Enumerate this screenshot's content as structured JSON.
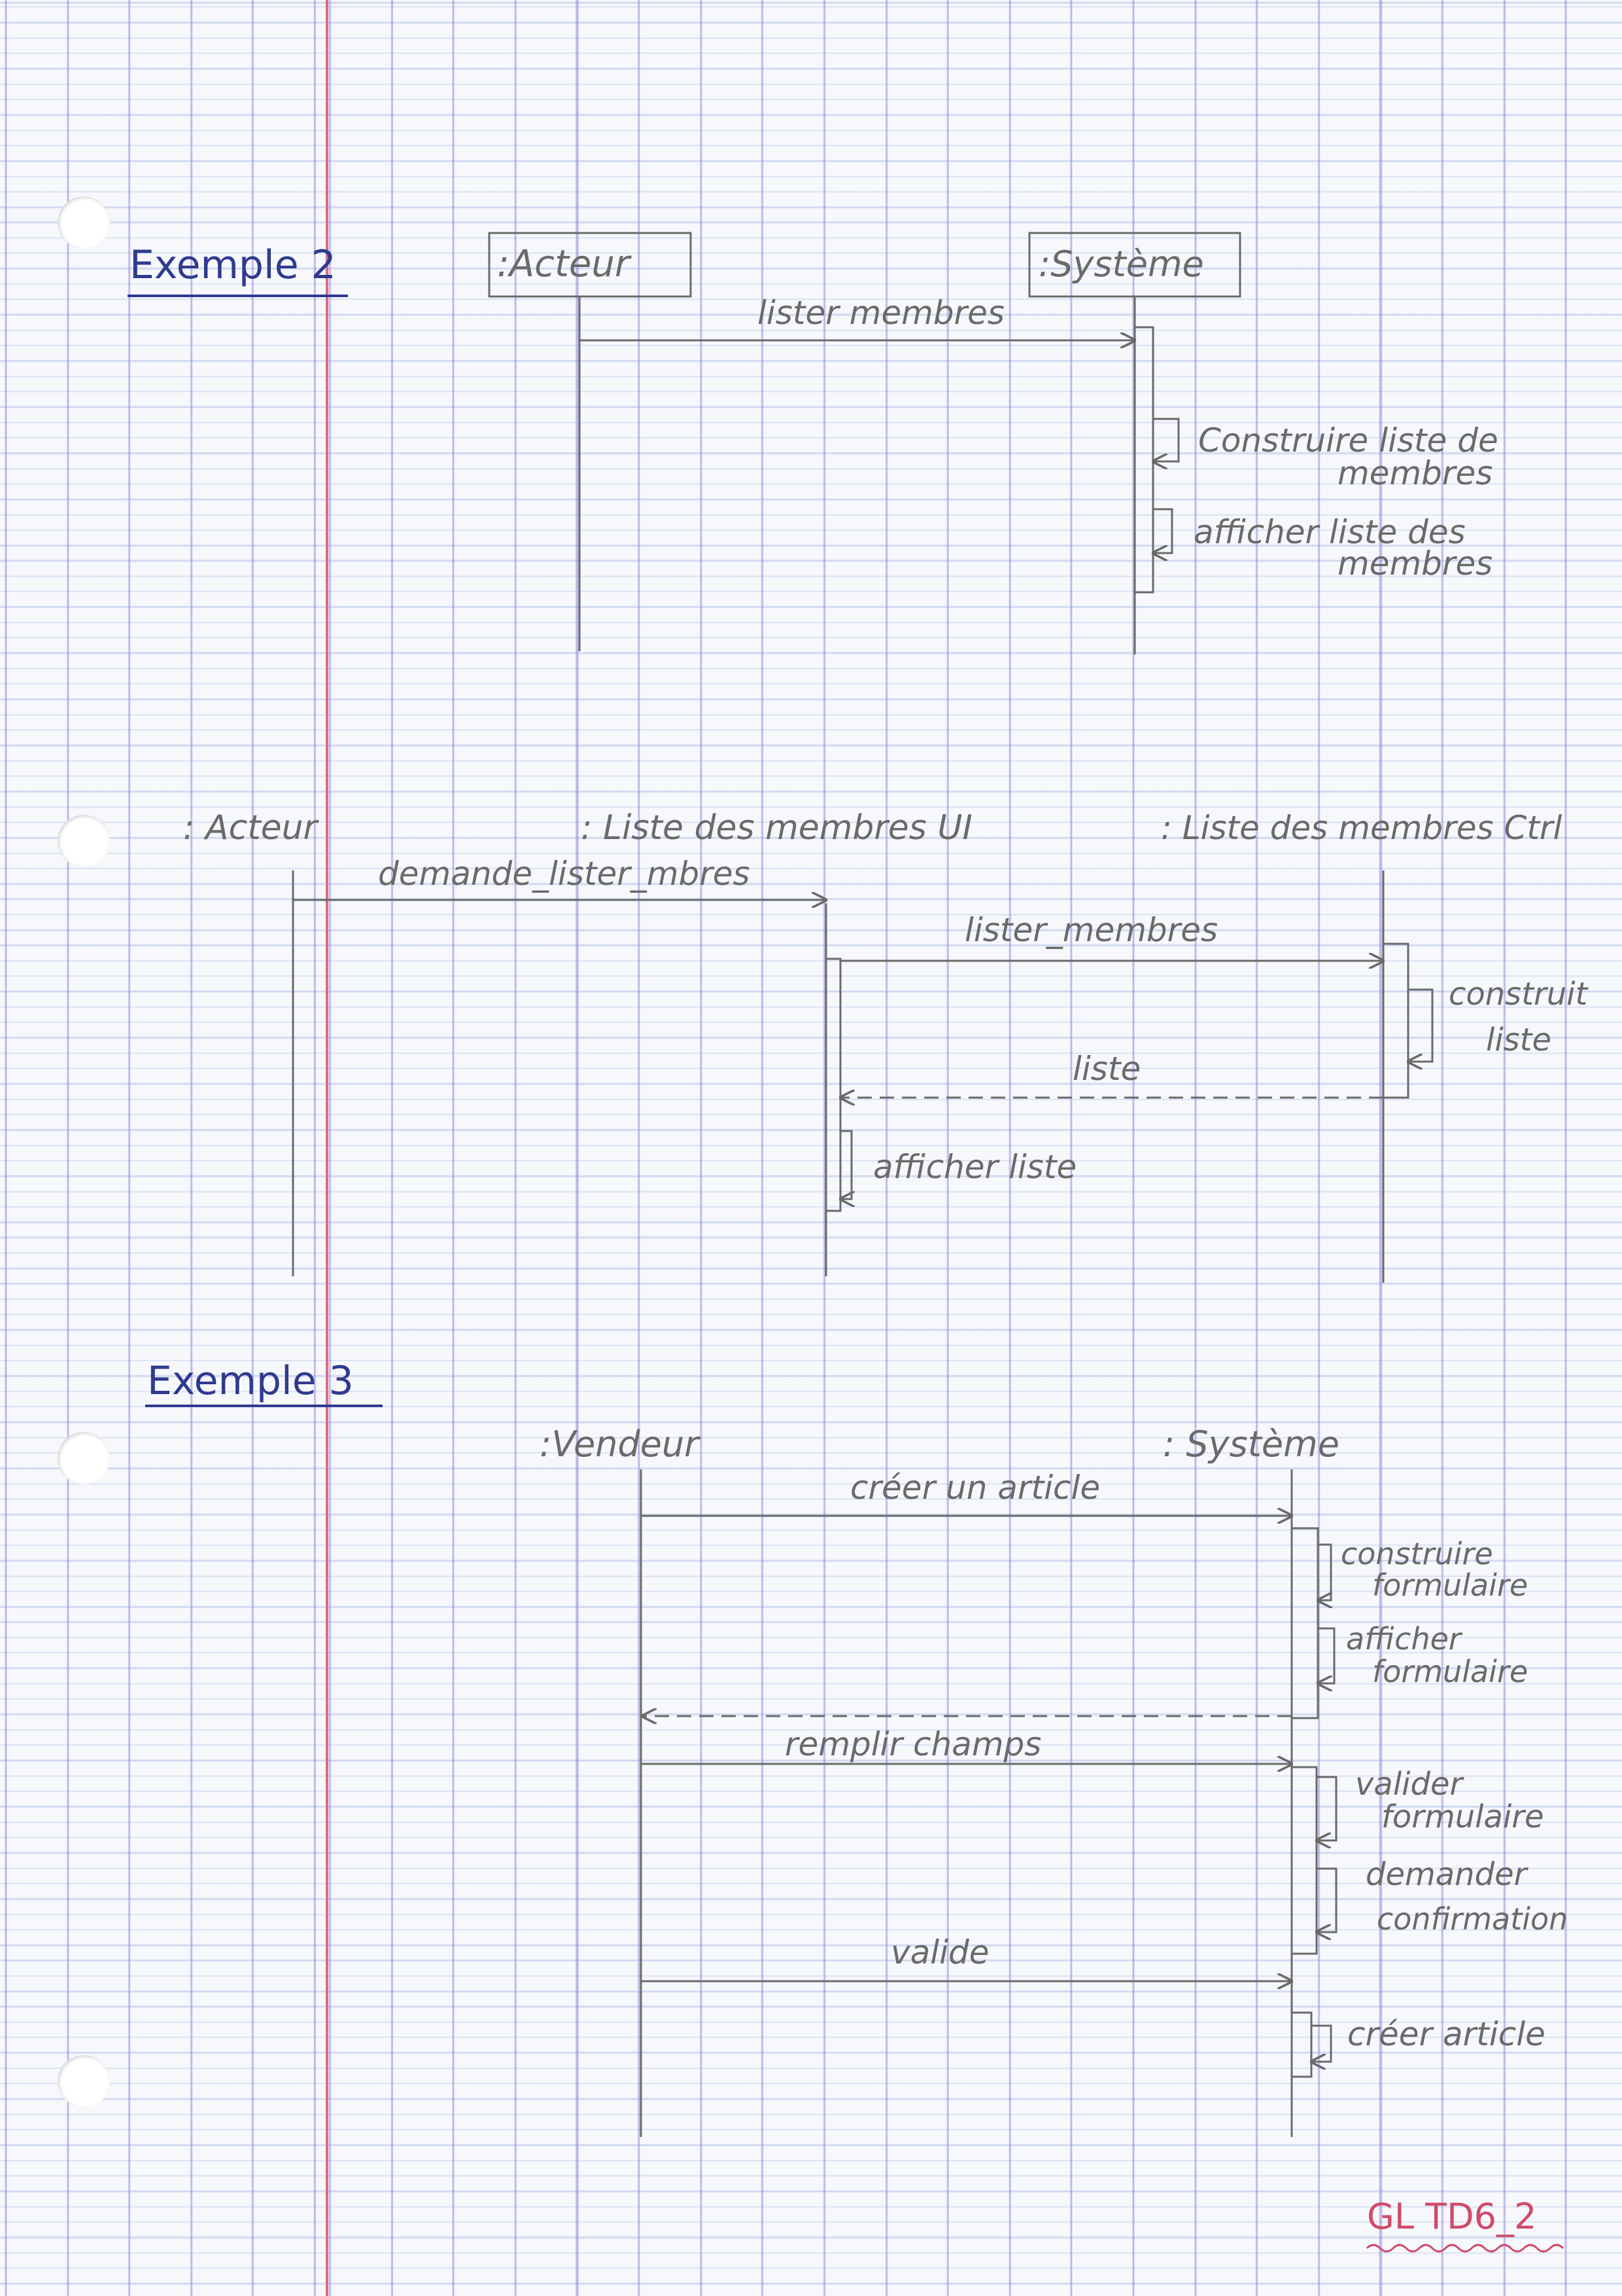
{
  "example2": {
    "title": "Exemple 2",
    "actor": ":Acteur",
    "system": ":Système",
    "msg_list": "lister membres",
    "self1_line1": "Construire liste de",
    "self1_line2": "membres",
    "self2_line1": "afficher liste des",
    "self2_line2": "membres"
  },
  "example2b": {
    "actor": ": Acteur",
    "ui": ": Liste des membres UI",
    "ctrl": ": Liste des membres Ctrl",
    "msg_request": "demande_lister_mbres",
    "msg_list": "lister_membres",
    "self_build_line1": "construit",
    "self_build_line2": "liste",
    "msg_return": "liste",
    "self_display": "afficher liste"
  },
  "example3": {
    "title": "Exemple 3",
    "actor": ":Vendeur",
    "system": ": Système",
    "msg_create": "créer un article",
    "self_build_line1": "construire",
    "self_build_line2": "formulaire",
    "self_show_line1": "afficher",
    "self_show_line2": "formulaire",
    "msg_fill": "remplir champs",
    "self_validate_line1": "valider",
    "self_validate_line2": "formulaire",
    "self_confirm_line1": "demander",
    "self_confirm_line2": "confirmation",
    "msg_valid": "valide",
    "self_create": "créer article"
  },
  "footer_label": "GL TD6_2",
  "colors": {
    "pencil": "#6a6a6a",
    "ink_blue": "#2f3a8f",
    "ink_red": "#d04a6a"
  }
}
